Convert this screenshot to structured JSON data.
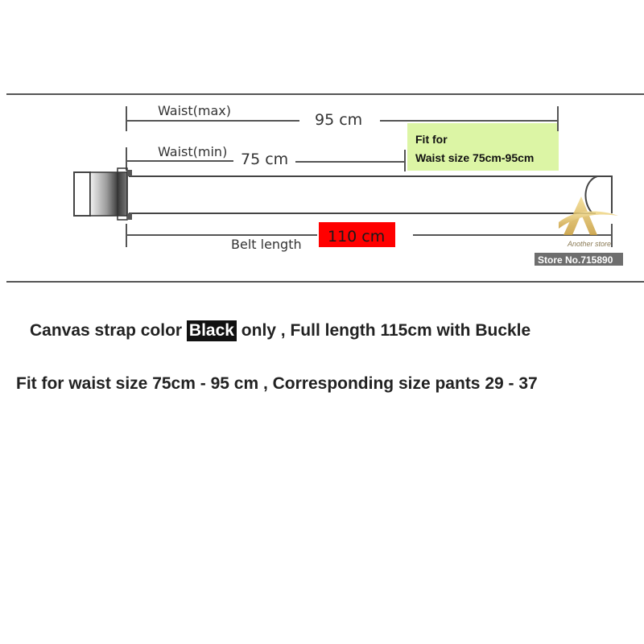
{
  "diagram": {
    "waist_max": {
      "label": "Waist(max)",
      "value": "95 cm"
    },
    "waist_min": {
      "label": "Waist(min)",
      "value": "75 cm"
    },
    "fit_box": {
      "line1": "Fit for",
      "line2": "Waist size 75cm-95cm",
      "color": "#dcf5a5"
    },
    "belt_length": {
      "label": "Belt length",
      "value": "110 cm",
      "color": "#ff0000"
    },
    "watermark": {
      "brand": "Another store",
      "store": "Store No.715890"
    }
  },
  "captions": {
    "line1_prefix": "Canvas strap color ",
    "line1_highlight": "Black",
    "line1_suffix": " only , Full length 115cm with Buckle",
    "line2": "Fit for waist size 75cm - 95 cm , Corresponding size pants 29 - 37"
  },
  "colors": {
    "rule": "#555555",
    "strap_outline": "#444444"
  }
}
